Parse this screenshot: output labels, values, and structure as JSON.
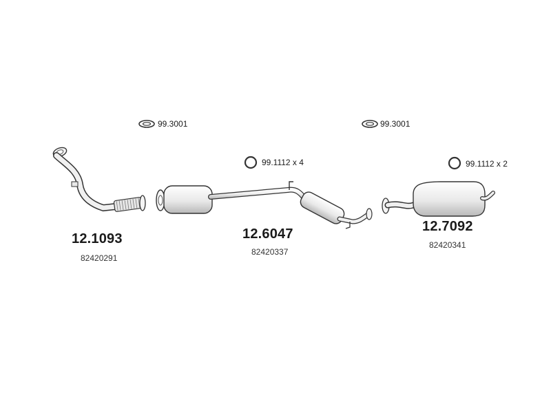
{
  "hardware": [
    {
      "label": "99.3001",
      "icon": "flat-gasket-icon"
    },
    {
      "label": "99.3001",
      "icon": "flat-gasket-icon"
    },
    {
      "label": "99.1112 x 4",
      "icon": "ring-clamp-icon"
    },
    {
      "label": "99.1112 x 2",
      "icon": "ring-clamp-icon"
    }
  ],
  "parts": [
    {
      "code": "12.1093",
      "oe_number": "82420291",
      "icon": "front-downpipe-icon"
    },
    {
      "code": "12.6047",
      "oe_number": "82420337",
      "icon": "center-muffler-assembly-icon"
    },
    {
      "code": "12.7092",
      "oe_number": "82420341",
      "icon": "rear-silencer-icon"
    }
  ],
  "colors": {
    "line": "#333333",
    "fill": "#f2f2f2",
    "shade": "#cfcfcf",
    "text": "#1a1a1a"
  }
}
